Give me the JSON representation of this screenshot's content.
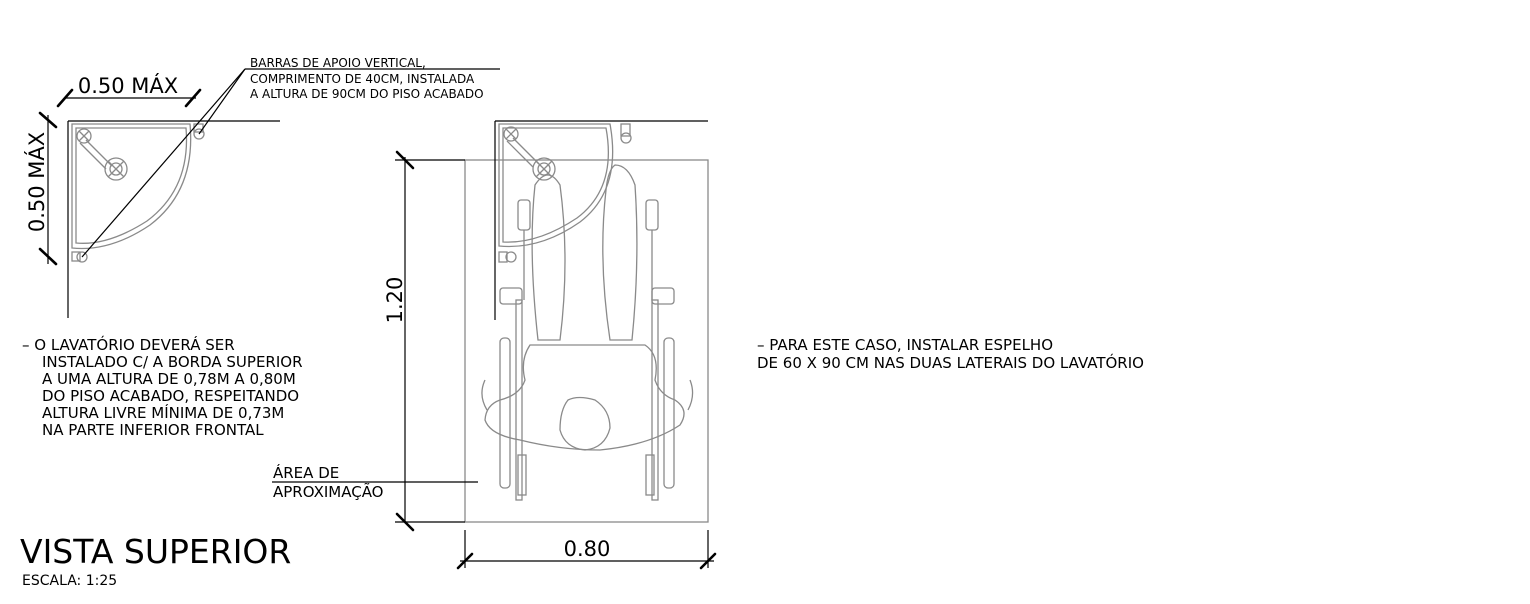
{
  "title": "VISTA SUPERIOR",
  "scale": "ESCALA: 1:25",
  "dims": {
    "width_top": "0.50  MÁX",
    "width_side": "0.50  MÁX",
    "height": "1.20",
    "depth": "0.80"
  },
  "labels": {
    "grab_bars": [
      "BARRAS DE APOIO VERTICAL,",
      "COMPRIMENTO DE 40CM, INSTALADA",
      "A ALTURA DE 90CM DO PISO ACABADO"
    ],
    "approach_area": [
      "ÁREA DE",
      "APROXIMAÇÃO"
    ]
  },
  "notes": {
    "sink": [
      "– O LAVATÓRIO DEVERÁ SER",
      "INSTALADO C/ A BORDA SUPERIOR",
      "A UMA ALTURA DE 0,78M A 0,80M",
      "DO PISO ACABADO, RESPEITANDO",
      "ALTURA LIVRE MÍNIMA DE 0,73M",
      "NA PARTE INFERIOR FRONTAL"
    ],
    "mirror": [
      "– PARA ESTE CASO, INSTALAR ESPELHO",
      "DE 60 X 90 CM NAS DUAS LATERAIS DO LAVATÓRIO"
    ]
  }
}
